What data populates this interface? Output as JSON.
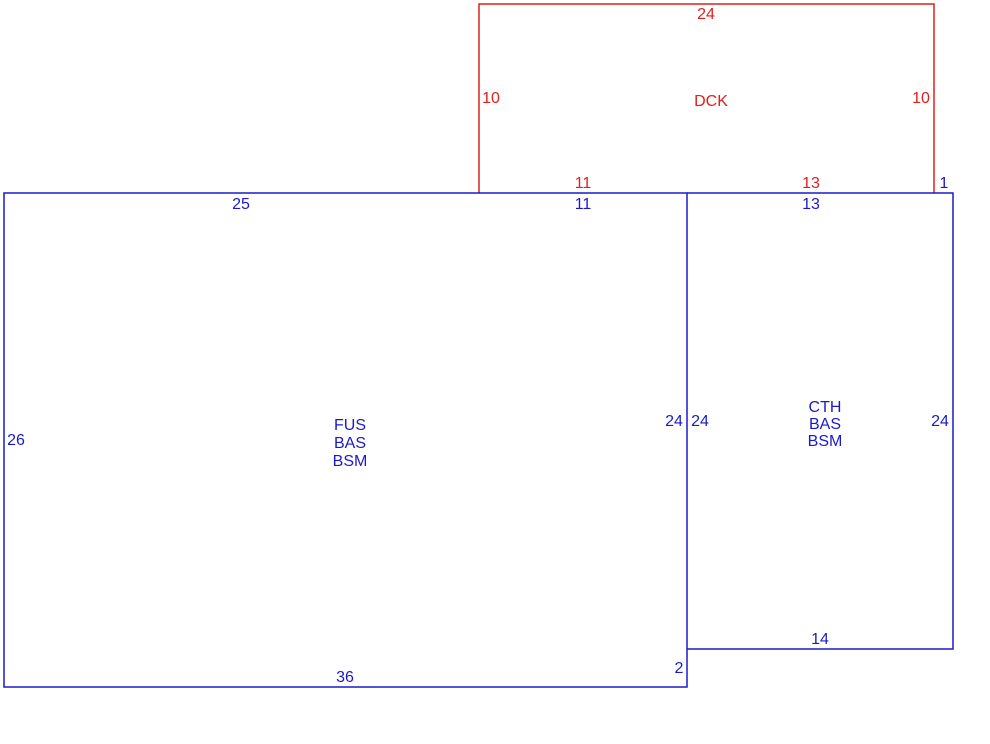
{
  "colors": {
    "deck": "#e0201a",
    "house": "#1a1acc"
  },
  "areas": {
    "deck": {
      "lines": [
        "DCK"
      ],
      "dims": {
        "top": "24",
        "left": "10",
        "right": "10",
        "bottom_left": "11",
        "bottom_right": "13"
      }
    },
    "main": {
      "lines": [
        "FUS",
        "BAS",
        "BSM"
      ],
      "dims": {
        "top_left": "25",
        "top_right": "11",
        "left": "26",
        "right": "24",
        "bottom": "36",
        "corner": "2"
      }
    },
    "addition": {
      "lines": [
        "CTH",
        "BAS",
        "BSM"
      ],
      "dims": {
        "corner": "1",
        "top": "13",
        "left": "24",
        "right": "24",
        "bottom": "14"
      }
    }
  }
}
